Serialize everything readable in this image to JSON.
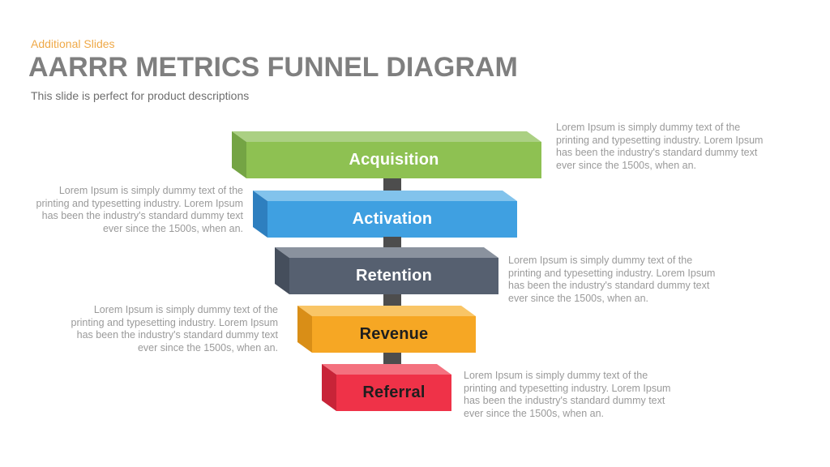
{
  "header": {
    "eyebrow": "Additional Slides",
    "title": "AARRR METRICS FUNNEL DIAGRAM",
    "subtitle": "This slide is perfect for product descriptions"
  },
  "colors": {
    "eyebrow_text": "#EFA948",
    "title_text": "#7F7F7F",
    "subtitle_text": "#6E6E6E",
    "body_text": "#9A9A9A",
    "arrow": "#4D4D4D"
  },
  "lorem": {
    "lines": [
      "Lorem Ipsum is simply dummy text of the",
      "printing and typesetting industry. Lorem Ipsum",
      "has been the industry's standard dummy text",
      "ever since the 1500s, when an."
    ]
  },
  "funnel": {
    "stages": [
      {
        "label": "Acquisition",
        "colors": {
          "front": "#8EC152",
          "top": "#ABD083",
          "side": "#74A444",
          "label": "#FFFFFF"
        }
      },
      {
        "label": "Activation",
        "colors": {
          "front": "#3FA0E1",
          "top": "#82C3EC",
          "side": "#2E7FBF",
          "label": "#FFFFFF"
        }
      },
      {
        "label": "Retention",
        "colors": {
          "front": "#566070",
          "top": "#8A929E",
          "side": "#454E5C",
          "label": "#FFFFFF"
        }
      },
      {
        "label": "Revenue",
        "colors": {
          "front": "#F6A724",
          "top": "#F9C566",
          "side": "#D98E17",
          "label": "#1E1E1E"
        }
      },
      {
        "label": "Referral",
        "colors": {
          "front": "#EF3248",
          "top": "#F4717F",
          "side": "#C82438",
          "label": "#1E1E1E"
        }
      }
    ]
  }
}
